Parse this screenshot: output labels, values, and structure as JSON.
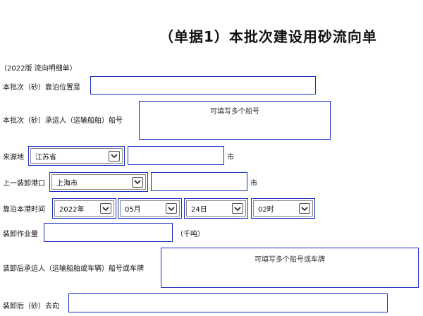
{
  "title": "（单据1）本批次建设用砂流向单",
  "subtitle": "（2022版 流向明细单）",
  "rows": {
    "berth_label": "本批次（砂）靠泊位置是",
    "carrier_label": "本批次（砂）承运人（运输船舶）船号",
    "carrier_placeholder": "可填写多个船号",
    "source_label": "来源地",
    "source_province": "江苏省",
    "source_city_suffix": "市",
    "last_port_label": "上一装卸港口",
    "last_port_city": "上海市",
    "last_port_suffix": "市",
    "berth_time_label": "靠泊本港时间",
    "year": "2022年",
    "month": "05月",
    "day": "24日",
    "hour": "02时",
    "volume_label": "装卸作业量",
    "volume_unit": "（千吨）",
    "after_carrier_label": "装卸后承运人（运输船舶或车辆）船号或车牌",
    "after_carrier_placeholder": "可填写多个船号或车牌",
    "destination_label": "装卸后（砂）去向"
  },
  "colors": {
    "border": "#1a2ebf"
  },
  "icons": {
    "dropdown": "chevron-down-icon"
  }
}
